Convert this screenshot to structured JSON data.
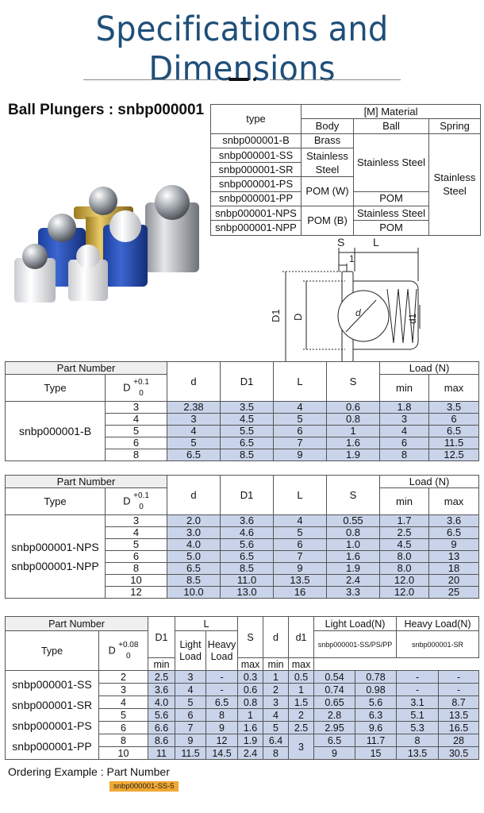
{
  "title": "Specifications and Dimensions",
  "product_title": "Ball Plungers : snbp000001",
  "material_table": {
    "type_header": "type",
    "material_header": "[M] Material",
    "col_body": "Body",
    "col_ball": "Ball",
    "col_spring": "Spring",
    "rows": [
      {
        "type": "snbp000001-B",
        "body": "Brass"
      },
      {
        "type": "snbp000001-SS",
        "body": "Stainless Steel"
      },
      {
        "type": "snbp000001-SR"
      },
      {
        "type": "snbp000001-PS",
        "body": "POM (W)"
      },
      {
        "type": "snbp000001-PP"
      },
      {
        "type": "snbp000001-NPS",
        "body": "POM (B)"
      },
      {
        "type": "snbp000001-NPP"
      }
    ],
    "ball_stainless": "Stainless Steel",
    "ball_pom_1": "POM",
    "ball_stainless_2": "Stainless Steel",
    "ball_pom_2": "POM",
    "spring": "Stainless Steel"
  },
  "drawing": {
    "s": "S",
    "l": "L",
    "one": "1",
    "d1_big": "D1",
    "d_big": "D",
    "d_small": "d",
    "d1_small": "d1"
  },
  "table1": {
    "part_number": "Part Number",
    "type": "Type",
    "d_label": "D",
    "d_tol": "+0.1\n0",
    "col_d": "d",
    "col_D1": "D1",
    "col_L": "L",
    "col_S": "S",
    "load": "Load (N)",
    "min": "min",
    "max": "max",
    "type_name": "snbp000001-B",
    "rows": [
      [
        "3",
        "2.38",
        "3.5",
        "4",
        "0.6",
        "1.8",
        "3.5"
      ],
      [
        "4",
        "3",
        "4.5",
        "5",
        "0.8",
        "3",
        "6"
      ],
      [
        "5",
        "4",
        "5.5",
        "6",
        "1",
        "4",
        "6.5"
      ],
      [
        "6",
        "5",
        "6.5",
        "7",
        "1.6",
        "6",
        "11.5"
      ],
      [
        "8",
        "6.5",
        "8.5",
        "9",
        "1.9",
        "8",
        "12.5"
      ]
    ]
  },
  "table2": {
    "part_number": "Part Number",
    "type": "Type",
    "d_label": "D",
    "d_tol": "+0.1\n0",
    "col_d": "d",
    "col_D1": "D1",
    "col_L": "L",
    "col_S": "S",
    "load": "Load (N)",
    "min": "min",
    "max": "max",
    "type_name_1": "snbp000001-NPS",
    "type_name_2": "snbp000001-NPP",
    "rows": [
      [
        "3",
        "2.0",
        "3.6",
        "4",
        "0.55",
        "1.7",
        "3.6"
      ],
      [
        "4",
        "3.0",
        "4.6",
        "5",
        "0.8",
        "2.5",
        "6.5"
      ],
      [
        "5",
        "4.0",
        "5.6",
        "6",
        "1.0",
        "4.5",
        "9"
      ],
      [
        "6",
        "5.0",
        "6.5",
        "7",
        "1.6",
        "8.0",
        "13"
      ],
      [
        "8",
        "6.5",
        "8.5",
        "9",
        "1.9",
        "8.0",
        "18"
      ],
      [
        "10",
        "8.5",
        "11.0",
        "13.5",
        "2.4",
        "12.0",
        "20"
      ],
      [
        "12",
        "10.0",
        "13.0",
        "16",
        "3.3",
        "12.0",
        "25"
      ]
    ]
  },
  "table3": {
    "part_number": "Part Number",
    "type": "Type",
    "d_label": "D",
    "d_tol": "+0.08\n0",
    "col_D1": "D1",
    "col_L": "L",
    "light": "Light Load",
    "heavy": "Heavy Load",
    "col_S": "S",
    "col_d": "d",
    "col_d1": "d1",
    "light_load": "Light Load(N)",
    "light_sub": "snbp000001-SS/PS/PP",
    "heavy_load": "Heavy Load(N)",
    "heavy_sub": "snbp000001-SR",
    "min": "min",
    "max": "max",
    "type_names": [
      "snbp000001-SS",
      "snbp000001-SR",
      "snbp000001-PS",
      "snbp000001-PP"
    ],
    "d1_merged": "3",
    "rows": [
      [
        "2",
        "2.5",
        "3",
        "-",
        "0.3",
        "1",
        "0.5",
        "0.54",
        "0.78",
        "-",
        "-"
      ],
      [
        "3",
        "3.6",
        "4",
        "-",
        "0.6",
        "2",
        "1",
        "0.74",
        "0.98",
        "-",
        "-"
      ],
      [
        "4",
        "4.0",
        "5",
        "6.5",
        "0.8",
        "3",
        "1.5",
        "0.65",
        "5.6",
        "3.1",
        "8.7"
      ],
      [
        "5",
        "5.6",
        "6",
        "8",
        "1",
        "4",
        "2",
        "2.8",
        "6.3",
        "5.1",
        "13.5"
      ],
      [
        "6",
        "6.6",
        "7",
        "9",
        "1.6",
        "5",
        "2.5",
        "2.95",
        "9.6",
        "5.3",
        "16.5"
      ],
      [
        "8",
        "8.6",
        "9",
        "12",
        "1.9",
        "6.4",
        "",
        "6.5",
        "11.7",
        "8",
        "28"
      ],
      [
        "10",
        "11",
        "11.5",
        "14.5",
        "2.4",
        "8",
        "",
        "9",
        "15",
        "13.5",
        "30.5"
      ]
    ]
  },
  "ordering": {
    "label": "Ordering Example : Part Number",
    "example": "snbp000001-SS-5"
  }
}
